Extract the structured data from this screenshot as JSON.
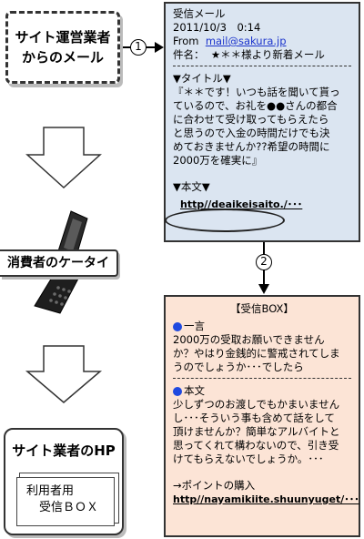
{
  "sender": {
    "line1": "サイト運営業者",
    "line2": "からのメール"
  },
  "consumer_phone_label": "消費者のケータイ",
  "site_hp": {
    "title": "サイト業者のHP",
    "inbox_line1": "利用者用",
    "inbox_line2": "受信ＢＯＸ"
  },
  "steps": {
    "one": "1",
    "two": "2"
  },
  "mail": {
    "header_label": "受信メール",
    "date": "2011/10/3　0:14",
    "from_label": "From",
    "from_address": "mail@sakura.jp",
    "subject_label": "件名：",
    "subject": "★＊＊様より新着メール",
    "title_heading": "▼タイトル▼",
    "title_lines": [
      "『＊＊です！いつも話を聞いて貰っ",
      "ているので、お礼を●●さんの都合",
      "に合わせて受け取ってもらえたら",
      "と思うので入金の時間だけでも決",
      "めておきませんか??希望の時間に",
      "2000万を確実に』"
    ],
    "body_heading": "▼本文▼",
    "url": "http//deaikeisaito./･･･"
  },
  "inbox": {
    "title": "【受信BOX】",
    "section1_heading": "一言",
    "section1_lines": [
      "2000万の受取お願いできません",
      "か？やはり金銭的に警戒されてしま",
      "うのでしょうか･･･でしたら"
    ],
    "section2_heading": "本文",
    "section2_lines": [
      "少しずつのお渡しでもかまいません",
      "し･･･そういう事も含めて話をして",
      "頂けませんか？簡単なアルバイトと",
      "思ってくれて構わないので、引き受",
      "けてもらえないでしょうか。･･･"
    ],
    "purchase_label": "→ポイントの購入",
    "purchase_url": "http//nayamikiite.shuunyuget/･･･"
  }
}
